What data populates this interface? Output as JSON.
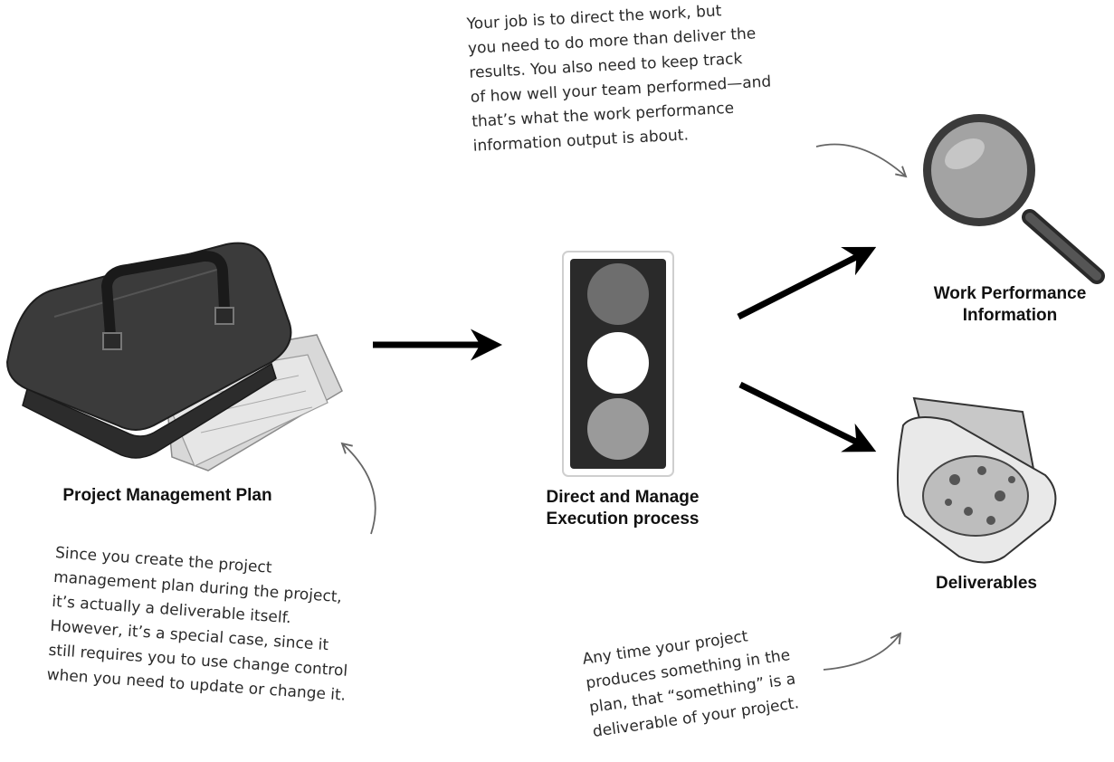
{
  "nodes": {
    "input_label": "Project Management Plan",
    "process_label_line1": "Direct and Manage",
    "process_label_line2": "Execution process",
    "output1_label_line1": "Work Performance",
    "output1_label_line2": "Information",
    "output2_label": "Deliverables"
  },
  "notes": {
    "top": [
      "Your job is to direct the work, but",
      "you need to do more than deliver the",
      "results. You also need to keep track",
      "of how well your team performed—and",
      "that’s what the work performance",
      "information output is about."
    ],
    "left": [
      "Since you create the project",
      "management plan during the project,",
      "it’s actually a deliverable itself.",
      "However, it’s a special case, since it",
      "still requires you to use change control",
      "when you need to update or change it."
    ],
    "bottom": [
      "Any time your project",
      "produces something in the",
      "plan, that “something” is a",
      "deliverable of your project."
    ]
  },
  "icons": {
    "input": "briefcase-icon",
    "process": "traffic-light-icon",
    "output1": "magnifying-glass-icon",
    "output2": "pizza-box-icon"
  },
  "colors": {
    "arrow": "#000000",
    "light_top": "#6e6e6e",
    "light_middle": "#ffffff",
    "light_bottom": "#9a9a9a",
    "signal_body": "#2a2a2a"
  }
}
